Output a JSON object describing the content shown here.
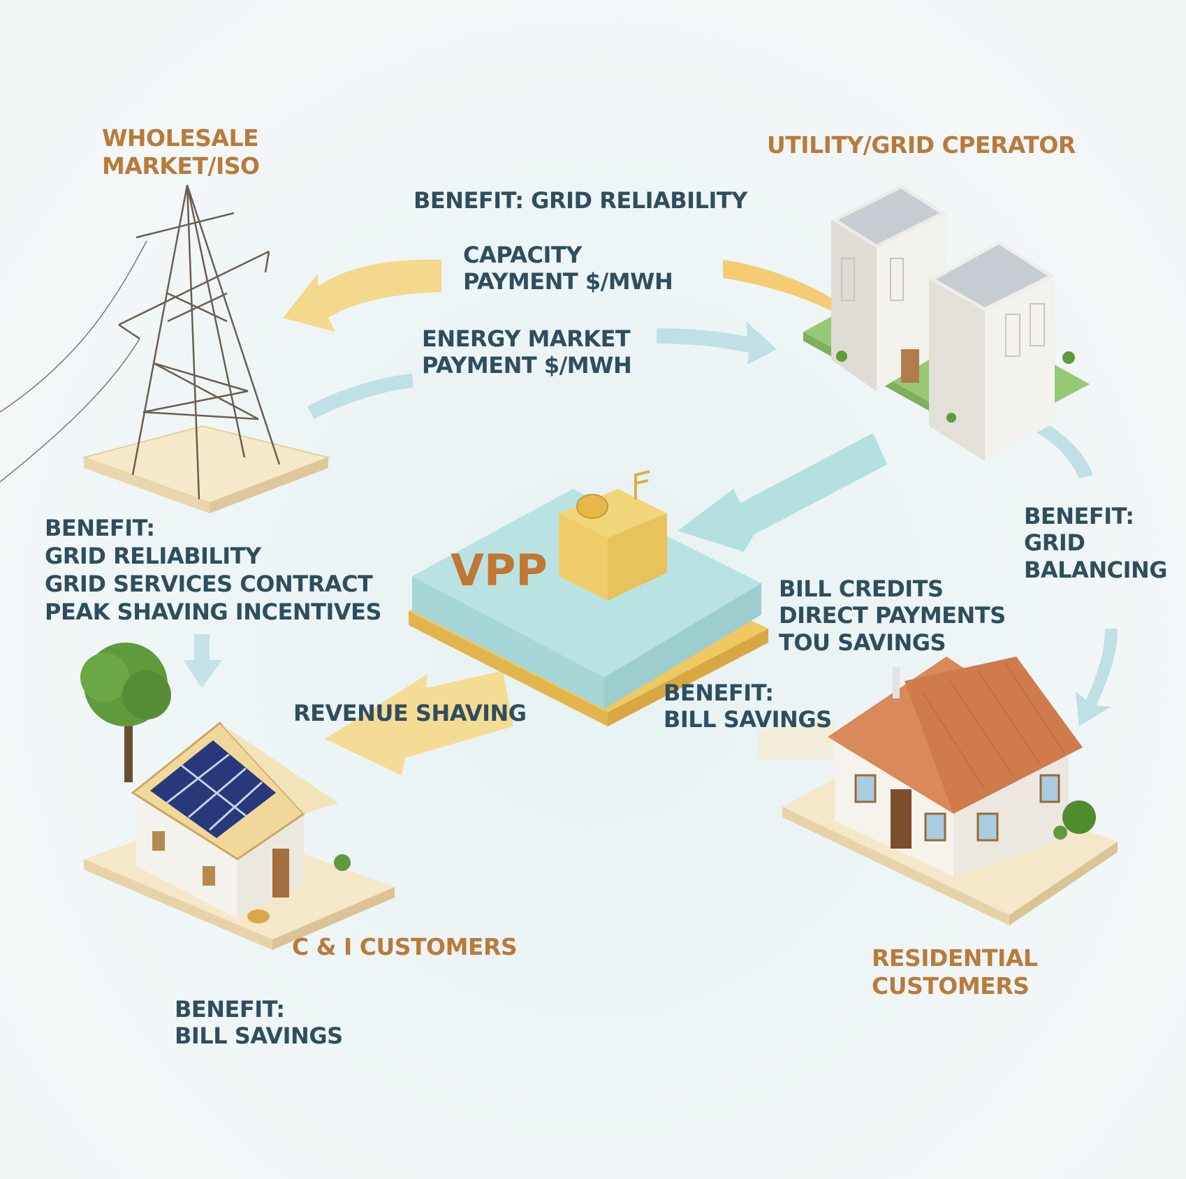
{
  "diagram": {
    "title": "Virtual Power Plant (VPP) value flows",
    "center": {
      "label": "VPP"
    },
    "nodes": {
      "wholesale": {
        "label": "WHOLESALE\nMARKET/ISO"
      },
      "utility": {
        "label": "UTILITY/GRID CPERATOR"
      },
      "ci": {
        "label": "C & I CUSTOMERS"
      },
      "residential": {
        "label": "RESIDENTIAL\nCUSTOMERS"
      }
    },
    "flows": {
      "utility_benefit": "BENEFIT: GRID RELIABILITY",
      "capacity_payment": "CAPACITY\nPAYMENT $/MWH",
      "energy_payment": "ENERGY MARKET\nPAYMENT $/MWH",
      "wholesale_benefit": "BENEFIT:\nGRID RELIABILITY\nGRID SERVICES CONTRACT\nPEAK SHAVING INCENTIVES",
      "grid_balancing": "BENEFIT:\nGRID\nBALANCING",
      "residential_payments": "BILL CREDITS\nDIRECT PAYMENTS\nTOU SAVINGS",
      "residential_benefit": "BENEFIT:\nBILL SAVINGS",
      "revenue_shaving": "REVENUE SHAVING",
      "ci_benefit": "BENEFIT:\nBILL SAVINGS"
    },
    "colors": {
      "node_label": "#b97a3a",
      "flow_text": "#2e4e60",
      "vpp_label": "#c27634",
      "yellow_arrow": "#f3d685",
      "blue_arrow": "#bfe0e4",
      "vpp_platform": "#b4e0e0",
      "vpp_base": "#f0c860"
    }
  }
}
